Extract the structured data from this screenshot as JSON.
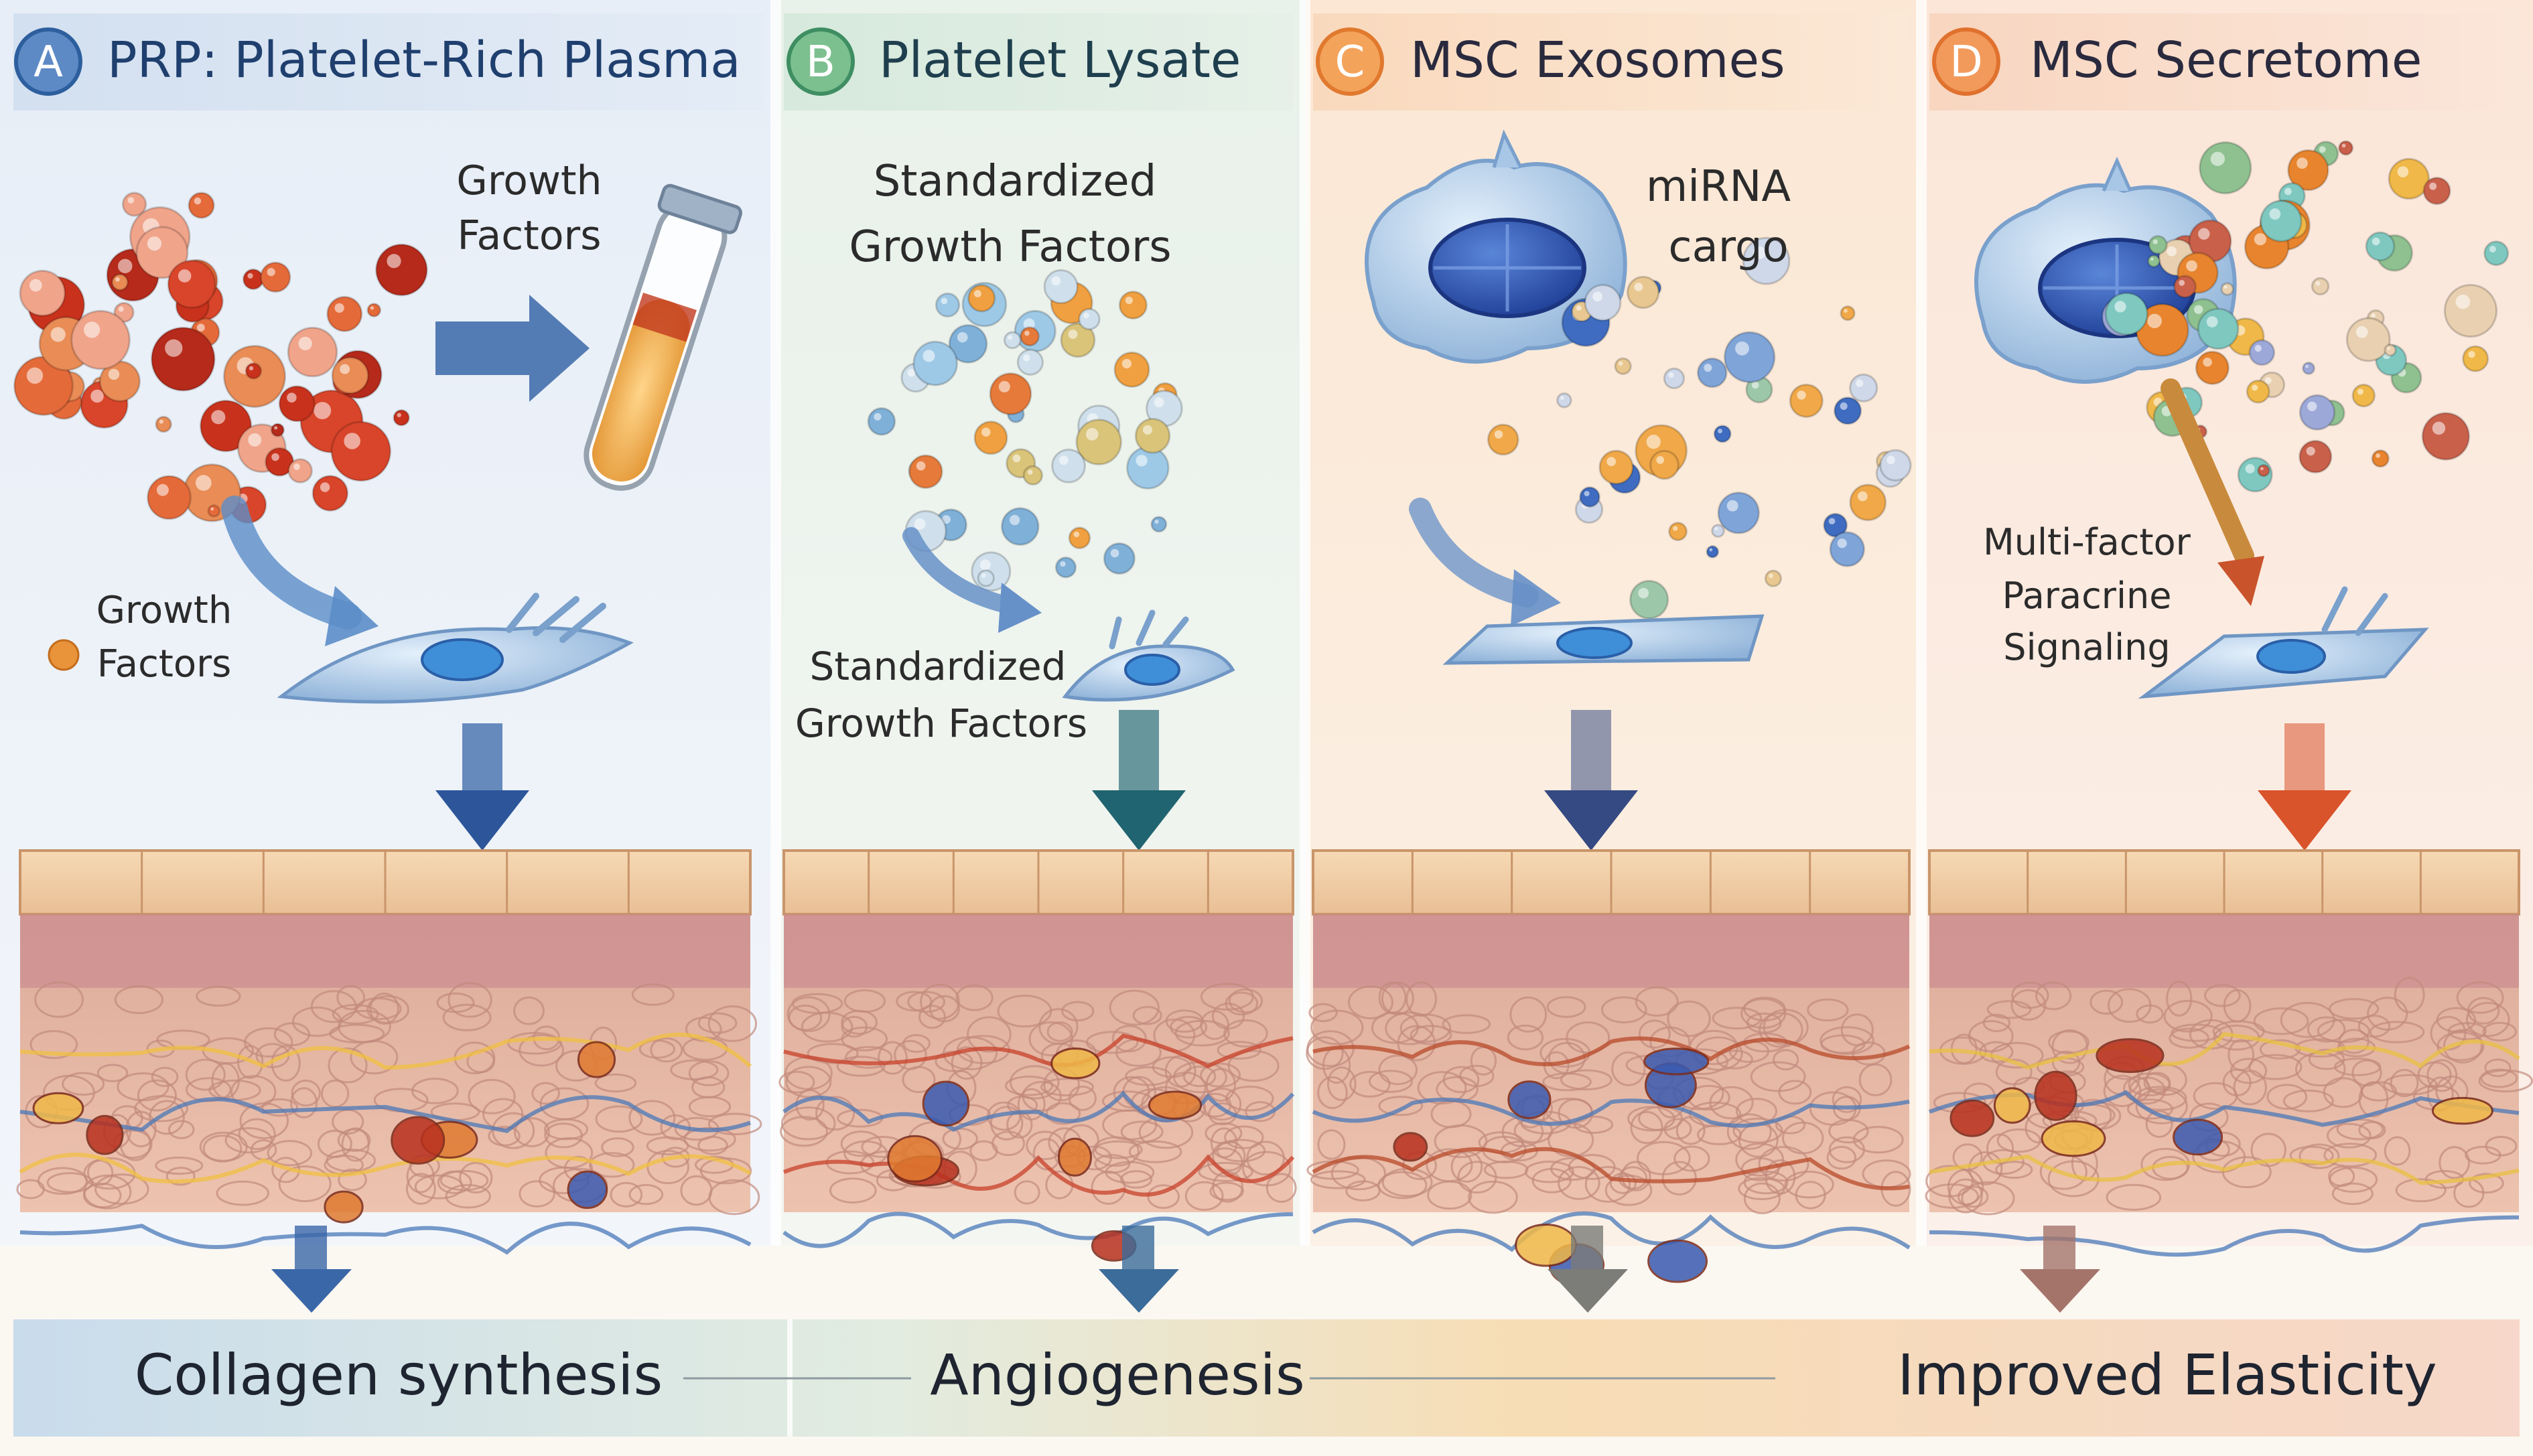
{
  "panels": [
    {
      "letter": "A",
      "title": "PRP: Platelet-Rich Plasma",
      "accent": "#2d5f9e",
      "labels": {
        "top": [
          "Growth",
          "Factors"
        ],
        "side": [
          "Growth",
          "Factors"
        ]
      }
    },
    {
      "letter": "B",
      "title": "Platelet Lysate",
      "accent": "#3e8e62",
      "labels": {
        "top": [
          "Standardized",
          "Growth Factors"
        ],
        "side": [
          "Standardized",
          "Growth Factors"
        ]
      }
    },
    {
      "letter": "C",
      "title": "MSC Exosomes",
      "accent": "#e0792e",
      "labels": {
        "top": [
          "miRNA",
          "cargo"
        ]
      }
    },
    {
      "letter": "D",
      "title": "MSC Secretome",
      "accent": "#e0712e",
      "labels": {
        "side": [
          "Multi-factor",
          "Paracrine",
          "Signaling"
        ]
      }
    }
  ],
  "outcomes": [
    "Collagen synthesis",
    "Angiogenesis",
    "Improved Elasticity"
  ],
  "colors": {
    "blue_arrow": "#3a67a8",
    "teal_arrow": "#1f6470",
    "red_arrow": "#d9532b",
    "skin": "#e9b9a3"
  }
}
